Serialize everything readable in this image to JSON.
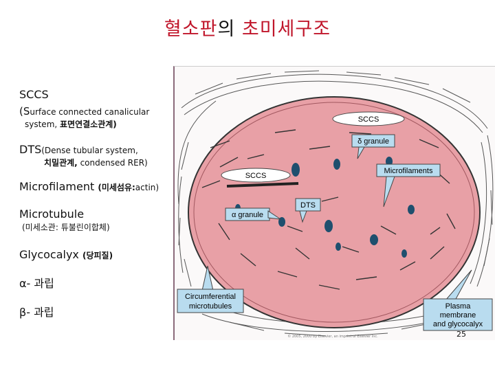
{
  "title": {
    "part1": "혈소판",
    "part2": "의",
    "part3": " 초미세구조"
  },
  "left": {
    "sccs": "SCCS",
    "sccs_desc_1a": "(S",
    "sccs_desc_1b": "urface connected canalicular",
    "sccs_desc_2a": "system, ",
    "sccs_desc_2b": "표면연결소관계)",
    "dts_a": "DTS",
    "dts_b": "(Dense tubular system,",
    "dts_desc_a": "치밀관계,",
    "dts_desc_b": "condensed RER)",
    "microfilament": "Microfilament",
    "microfilament_desc": "(미세섬유:",
    "microfilament_desc2": "actin)",
    "microtubule": "Microtubule",
    "microtubule_desc": "(미세소관: 튜불린이합체)",
    "glycocalyx": "Glycocalyx",
    "glycocalyx_desc": "(당피질)",
    "alpha": "α- 과립",
    "beta": "β- 과립"
  },
  "figure": {
    "labels": {
      "sccs_top": "SCCS",
      "delta_granule": "δ granule",
      "microfilaments": "Microfilaments",
      "sccs_mid": "SCCS",
      "dts": "DTS",
      "alpha_granule": "α granule",
      "circumferential_1": "Circumferential",
      "circumferential_2": "microtubules",
      "plasma_1": "Plasma",
      "plasma_2": "membrane",
      "plasma_3": "and glycocalyx"
    },
    "colors": {
      "cell": "#e8a0a6",
      "callout": "#b9dcef",
      "granule": "#1f4f6e"
    },
    "copyright": "© 2005, 2000 by Elsevier, an imprint of Elsevier Inc."
  },
  "page_number": "25"
}
